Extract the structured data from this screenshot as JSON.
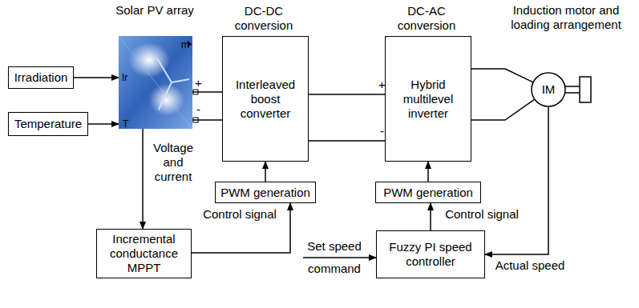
{
  "diagram": {
    "nodes": [
      {
        "text": [
          "Irradiation"
        ]
      },
      {
        "text": [
          "Temperature"
        ]
      },
      {
        "text": [
          "Solar PV array"
        ]
      },
      {
        "text": [
          "DC-DC conversion",
          "Interleaved boost converter"
        ]
      },
      {
        "text": [
          "DC-AC conversion",
          "Hybrid multilevel inverter"
        ]
      },
      {
        "text": [
          "Induction motor and loading arrangement",
          "IM"
        ]
      },
      {
        "text": [
          "PWM generation"
        ]
      },
      {
        "text": [
          "PWM generation"
        ]
      },
      {
        "text": [
          "Incremental conductance MPPT"
        ]
      },
      {
        "text": [
          "Fuzzy PI speed controller"
        ]
      }
    ],
    "edges": [
      {
        "from": 0,
        "to": 2,
        "arrow": "to"
      },
      {
        "from": 1,
        "to": 2,
        "arrow": "to"
      },
      {
        "from": 2,
        "to": 3,
        "arrow": "none"
      },
      {
        "from": 2,
        "to": 3,
        "arrow": "none"
      },
      {
        "from": 3,
        "to": 4,
        "arrow": "none"
      },
      {
        "from": 3,
        "to": 4,
        "arrow": "none"
      },
      {
        "from": 4,
        "to": 5,
        "arrow": "none"
      },
      {
        "from": 4,
        "to": 5,
        "arrow": "none"
      },
      {
        "from": 2,
        "to": 8,
        "label": "Voltage and current",
        "arrow": "to"
      },
      {
        "from": 8,
        "to": 6,
        "label": "Control signal",
        "arrow": "to"
      },
      {
        "from": 6,
        "to": 3,
        "arrow": "to"
      },
      {
        "from": 9,
        "to": 7,
        "label": "Control signal",
        "arrow": "to"
      },
      {
        "from": 7,
        "to": 4,
        "arrow": "to"
      },
      {
        "from": 5,
        "to": 9,
        "label": "Actual speed",
        "arrow": "to"
      }
    ],
    "labels": [
      "Ir",
      "T",
      "m",
      "+",
      "-",
      "+",
      "-",
      "Set speed command"
    ]
  }
}
